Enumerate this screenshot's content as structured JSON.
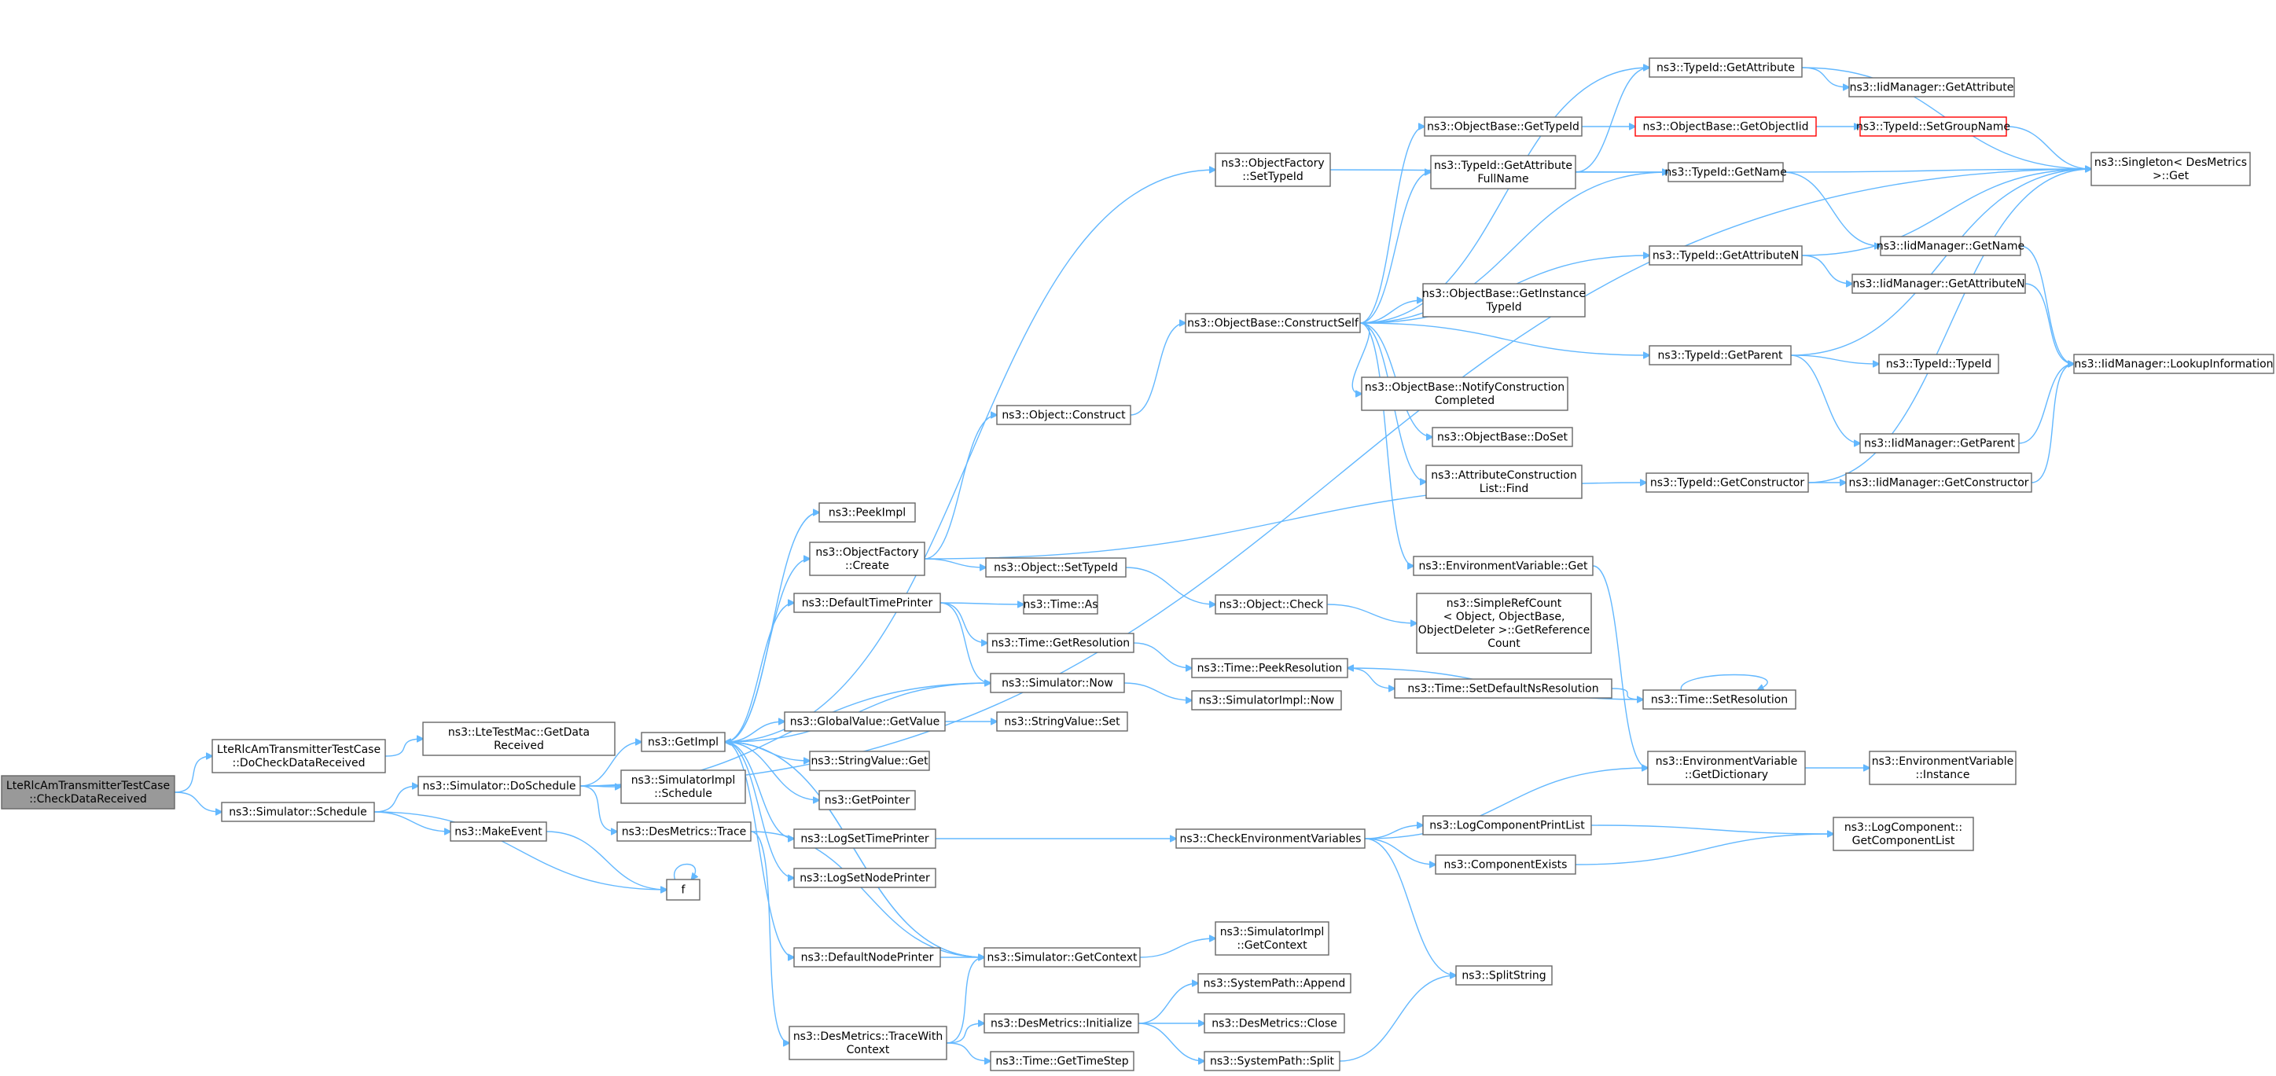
{
  "nodes": [
    {
      "id": "root",
      "lines": [
        "LteRlcAmTransmitterTestCase",
        "::CheckDataReceived"
      ],
      "style": "root"
    },
    {
      "id": "doCheck",
      "lines": [
        "LteRlcAmTransmitterTestCase",
        "::DoCheckDataReceived"
      ]
    },
    {
      "id": "getData",
      "lines": [
        "ns3::LteTestMac::GetData",
        "Received"
      ]
    },
    {
      "id": "schedule",
      "lines": [
        "ns3::Simulator::Schedule"
      ]
    },
    {
      "id": "doSchedule",
      "lines": [
        "ns3::Simulator::DoSchedule"
      ]
    },
    {
      "id": "makeEvent",
      "lines": [
        "ns3::MakeEvent"
      ]
    },
    {
      "id": "f",
      "lines": [
        "f"
      ]
    },
    {
      "id": "getImpl",
      "lines": [
        "ns3::GetImpl"
      ]
    },
    {
      "id": "simImplSchedule",
      "lines": [
        "ns3::SimulatorImpl",
        "::Schedule"
      ]
    },
    {
      "id": "desTrace",
      "lines": [
        "ns3::DesMetrics::Trace"
      ]
    },
    {
      "id": "peekImpl",
      "lines": [
        "ns3::PeekImpl"
      ]
    },
    {
      "id": "ofCreate",
      "lines": [
        "ns3::ObjectFactory",
        "::Create"
      ]
    },
    {
      "id": "defTimePrinter",
      "lines": [
        "ns3::DefaultTimePrinter"
      ]
    },
    {
      "id": "simNow",
      "lines": [
        "ns3::Simulator::Now"
      ]
    },
    {
      "id": "gvGetValue",
      "lines": [
        "ns3::GlobalValue::GetValue"
      ]
    },
    {
      "id": "svGet",
      "lines": [
        "ns3::StringValue::Get"
      ]
    },
    {
      "id": "getPointer",
      "lines": [
        "ns3::GetPointer"
      ]
    },
    {
      "id": "logSetTime",
      "lines": [
        "ns3::LogSetTimePrinter"
      ]
    },
    {
      "id": "logSetNode",
      "lines": [
        "ns3::LogSetNodePrinter"
      ]
    },
    {
      "id": "defNodePrinter",
      "lines": [
        "ns3::DefaultNodePrinter"
      ]
    },
    {
      "id": "simGetContext",
      "lines": [
        "ns3::Simulator::GetContext"
      ]
    },
    {
      "id": "traceWithCtx",
      "lines": [
        "ns3::DesMetrics::TraceWith",
        "Context"
      ]
    },
    {
      "id": "ofSetTypeId",
      "lines": [
        "ns3::ObjectFactory",
        "::SetTypeId"
      ]
    },
    {
      "id": "objConstruct",
      "lines": [
        "ns3::Object::Construct"
      ]
    },
    {
      "id": "objSetTypeId",
      "lines": [
        "ns3::Object::SetTypeId"
      ]
    },
    {
      "id": "timeAs",
      "lines": [
        "ns3::Time::As"
      ]
    },
    {
      "id": "timeGetRes",
      "lines": [
        "ns3::Time::GetResolution"
      ]
    },
    {
      "id": "simImplNow",
      "lines": [
        "ns3::SimulatorImpl::Now"
      ]
    },
    {
      "id": "svSet",
      "lines": [
        "ns3::StringValue::Set"
      ]
    },
    {
      "id": "checkEnv",
      "lines": [
        "ns3::CheckEnvironmentVariables"
      ]
    },
    {
      "id": "simImplGetCtx",
      "lines": [
        "ns3::SimulatorImpl",
        "::GetContext"
      ]
    },
    {
      "id": "desInit",
      "lines": [
        "ns3::DesMetrics::Initialize"
      ]
    },
    {
      "id": "timeGetStep",
      "lines": [
        "ns3::Time::GetTimeStep"
      ]
    },
    {
      "id": "obConstructSelf",
      "lines": [
        "ns3::ObjectBase::ConstructSelf"
      ]
    },
    {
      "id": "objCheck",
      "lines": [
        "ns3::Object::Check"
      ]
    },
    {
      "id": "timePeekRes",
      "lines": [
        "ns3::Time::PeekResolution"
      ]
    },
    {
      "id": "spAppend",
      "lines": [
        "ns3::SystemPath::Append"
      ]
    },
    {
      "id": "desClose",
      "lines": [
        "ns3::DesMetrics::Close"
      ]
    },
    {
      "id": "spSplit",
      "lines": [
        "ns3::SystemPath::Split"
      ]
    },
    {
      "id": "obGetTypeId",
      "lines": [
        "ns3::ObjectBase::GetTypeId"
      ]
    },
    {
      "id": "tidGetAttrFull",
      "lines": [
        "ns3::TypeId::GetAttribute",
        "FullName"
      ]
    },
    {
      "id": "obGetInstTid",
      "lines": [
        "ns3::ObjectBase::GetInstance",
        "TypeId"
      ]
    },
    {
      "id": "obNotify",
      "lines": [
        "ns3::ObjectBase::NotifyConstruction",
        "Completed"
      ]
    },
    {
      "id": "obDoSet",
      "lines": [
        "ns3::ObjectBase::DoSet"
      ]
    },
    {
      "id": "acFind",
      "lines": [
        "ns3::AttributeConstruction",
        "List::Find"
      ]
    },
    {
      "id": "envGet",
      "lines": [
        "ns3::EnvironmentVariable::Get"
      ]
    },
    {
      "id": "srcGetRef",
      "lines": [
        "ns3::SimpleRefCount",
        "< Object, ObjectBase,",
        "ObjectDeleter >::GetReference",
        "Count"
      ]
    },
    {
      "id": "timeSetDefNs",
      "lines": [
        "ns3::Time::SetDefaultNsResolution"
      ]
    },
    {
      "id": "logPrintList",
      "lines": [
        "ns3::LogComponentPrintList"
      ]
    },
    {
      "id": "compExists",
      "lines": [
        "ns3::ComponentExists"
      ]
    },
    {
      "id": "splitString",
      "lines": [
        "ns3::SplitString"
      ]
    },
    {
      "id": "tidGetAttr",
      "lines": [
        "ns3::TypeId::GetAttribute"
      ]
    },
    {
      "id": "obGetObjTid",
      "lines": [
        "ns3::ObjectBase::GetObjectIid"
      ],
      "style": "highlight"
    },
    {
      "id": "tidGetName",
      "lines": [
        "ns3::TypeId::GetName"
      ]
    },
    {
      "id": "tidGetAttrN",
      "lines": [
        "ns3::TypeId::GetAttributeN"
      ]
    },
    {
      "id": "tidGetParent",
      "lines": [
        "ns3::TypeId::GetParent"
      ]
    },
    {
      "id": "tidGetCtor",
      "lines": [
        "ns3::TypeId::GetConstructor"
      ]
    },
    {
      "id": "timeSetRes",
      "lines": [
        "ns3::Time::SetResolution"
      ]
    },
    {
      "id": "envGetDict",
      "lines": [
        "ns3::EnvironmentVariable",
        "::GetDictionary"
      ]
    },
    {
      "id": "lcGetList",
      "lines": [
        "ns3::LogComponent::",
        "GetComponentList"
      ]
    },
    {
      "id": "iidGetAttr",
      "lines": [
        "ns3::IidManager::GetAttribute"
      ]
    },
    {
      "id": "tidSetGroup",
      "lines": [
        "ns3::TypeId::SetGroupName"
      ],
      "style": "highlight"
    },
    {
      "id": "iidGetName",
      "lines": [
        "ns3::IidManager::GetName"
      ]
    },
    {
      "id": "iidGetAttrN",
      "lines": [
        "ns3::IidManager::GetAttributeN"
      ]
    },
    {
      "id": "tidTypeId",
      "lines": [
        "ns3::TypeId::TypeId"
      ]
    },
    {
      "id": "iidGetParent",
      "lines": [
        "ns3::IidManager::GetParent"
      ]
    },
    {
      "id": "iidGetCtor",
      "lines": [
        "ns3::IidManager::GetConstructor"
      ]
    },
    {
      "id": "envInstance",
      "lines": [
        "ns3::EnvironmentVariable",
        "::Instance"
      ]
    },
    {
      "id": "singletonGet",
      "lines": [
        "ns3::Singleton< DesMetrics",
        " >::Get"
      ]
    },
    {
      "id": "iidLookup",
      "lines": [
        "ns3::IidManager::LookupInformation"
      ]
    }
  ],
  "edges": [
    [
      "root",
      "doCheck"
    ],
    [
      "root",
      "schedule"
    ],
    [
      "doCheck",
      "getData"
    ],
    [
      "schedule",
      "doSchedule"
    ],
    [
      "schedule",
      "makeEvent"
    ],
    [
      "schedule",
      "f"
    ],
    [
      "makeEvent",
      "f"
    ],
    [
      "f",
      "f"
    ],
    [
      "doSchedule",
      "getImpl"
    ],
    [
      "doSchedule",
      "simImplSchedule"
    ],
    [
      "doSchedule",
      "desTrace"
    ],
    [
      "doSchedule",
      "simNow"
    ],
    [
      "doSchedule",
      "singletonGet"
    ],
    [
      "getImpl",
      "peekImpl"
    ],
    [
      "getImpl",
      "ofCreate"
    ],
    [
      "getImpl",
      "defTimePrinter"
    ],
    [
      "getImpl",
      "gvGetValue"
    ],
    [
      "getImpl",
      "svGet"
    ],
    [
      "getImpl",
      "getPointer"
    ],
    [
      "getImpl",
      "logSetTime"
    ],
    [
      "getImpl",
      "logSetNode"
    ],
    [
      "getImpl",
      "defNodePrinter"
    ],
    [
      "getImpl",
      "simGetContext"
    ],
    [
      "getImpl",
      "ofSetTypeId"
    ],
    [
      "desTrace",
      "traceWithCtx"
    ],
    [
      "desTrace",
      "simGetContext"
    ],
    [
      "ofCreate",
      "objConstruct"
    ],
    [
      "ofCreate",
      "objSetTypeId"
    ],
    [
      "ofCreate",
      "tidGetCtor"
    ],
    [
      "defTimePrinter",
      "timeAs"
    ],
    [
      "defTimePrinter",
      "timeGetRes"
    ],
    [
      "defTimePrinter",
      "simNow"
    ],
    [
      "simNow",
      "getImpl"
    ],
    [
      "simNow",
      "simImplNow"
    ],
    [
      "gvGetValue",
      "svSet"
    ],
    [
      "logSetTime",
      "checkEnv"
    ],
    [
      "defNodePrinter",
      "simGetContext"
    ],
    [
      "simGetContext",
      "getImpl"
    ],
    [
      "simGetContext",
      "simImplGetCtx"
    ],
    [
      "traceWithCtx",
      "simGetContext"
    ],
    [
      "traceWithCtx",
      "desInit"
    ],
    [
      "traceWithCtx",
      "timeGetStep"
    ],
    [
      "objConstruct",
      "obConstructSelf"
    ],
    [
      "objSetTypeId",
      "objCheck"
    ],
    [
      "timeGetRes",
      "timePeekRes"
    ],
    [
      "desInit",
      "spAppend"
    ],
    [
      "desInit",
      "desClose"
    ],
    [
      "desInit",
      "spSplit"
    ],
    [
      "obConstructSelf",
      "obGetTypeId"
    ],
    [
      "obConstructSelf",
      "tidGetAttrFull"
    ],
    [
      "obConstructSelf",
      "obGetInstTid"
    ],
    [
      "obConstructSelf",
      "obNotify"
    ],
    [
      "obConstructSelf",
      "obDoSet"
    ],
    [
      "obConstructSelf",
      "acFind"
    ],
    [
      "obConstructSelf",
      "envGet"
    ],
    [
      "obConstructSelf",
      "tidGetAttr"
    ],
    [
      "obConstructSelf",
      "tidGetName"
    ],
    [
      "obConstructSelf",
      "tidGetAttrN"
    ],
    [
      "obConstructSelf",
      "tidGetParent"
    ],
    [
      "ofSetTypeId",
      "tidGetName"
    ],
    [
      "objCheck",
      "srcGetRef"
    ],
    [
      "timePeekRes",
      "timeSetDefNs"
    ],
    [
      "timeSetDefNs",
      "timeSetRes"
    ],
    [
      "timeSetRes",
      "timePeekRes"
    ],
    [
      "timeSetRes",
      "timeSetRes"
    ],
    [
      "checkEnv",
      "logPrintList"
    ],
    [
      "checkEnv",
      "compExists"
    ],
    [
      "checkEnv",
      "splitString"
    ],
    [
      "checkEnv",
      "envGetDict"
    ],
    [
      "spSplit",
      "splitString"
    ],
    [
      "obGetTypeId",
      "obGetObjTid"
    ],
    [
      "tidGetAttrFull",
      "tidGetAttr"
    ],
    [
      "tidGetAttrFull",
      "tidGetName"
    ],
    [
      "envGet",
      "envGetDict"
    ],
    [
      "logPrintList",
      "lcGetList"
    ],
    [
      "compExists",
      "lcGetList"
    ],
    [
      "tidGetAttr",
      "iidGetAttr"
    ],
    [
      "tidGetAttr",
      "singletonGet"
    ],
    [
      "obGetObjTid",
      "tidSetGroup"
    ],
    [
      "tidGetName",
      "iidGetName"
    ],
    [
      "tidGetName",
      "singletonGet"
    ],
    [
      "tidGetAttrN",
      "iidGetAttrN"
    ],
    [
      "tidGetAttrN",
      "singletonGet"
    ],
    [
      "tidGetParent",
      "tidTypeId"
    ],
    [
      "tidGetParent",
      "iidGetParent"
    ],
    [
      "tidGetParent",
      "singletonGet"
    ],
    [
      "tidGetCtor",
      "iidGetCtor"
    ],
    [
      "tidGetCtor",
      "singletonGet"
    ],
    [
      "envGetDict",
      "envInstance"
    ],
    [
      "tidSetGroup",
      "singletonGet"
    ],
    [
      "iidGetName",
      "iidLookup"
    ],
    [
      "iidGetAttrN",
      "iidLookup"
    ],
    [
      "iidGetParent",
      "iidLookup"
    ],
    [
      "iidGetCtor",
      "iidLookup"
    ]
  ]
}
